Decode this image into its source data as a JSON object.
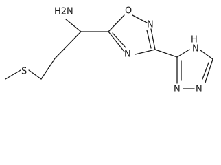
{
  "molecule": {
    "atoms": {
      "amine": "H2N",
      "sulfur": "S",
      "oxadiazole_o": "O",
      "oxadiazole_n_top": "N",
      "oxadiazole_n_bottom": "N",
      "triazole_nh": "H",
      "triazole_nh_n": "N",
      "triazole_n_right": "N",
      "triazole_n_bottom": "N"
    }
  }
}
